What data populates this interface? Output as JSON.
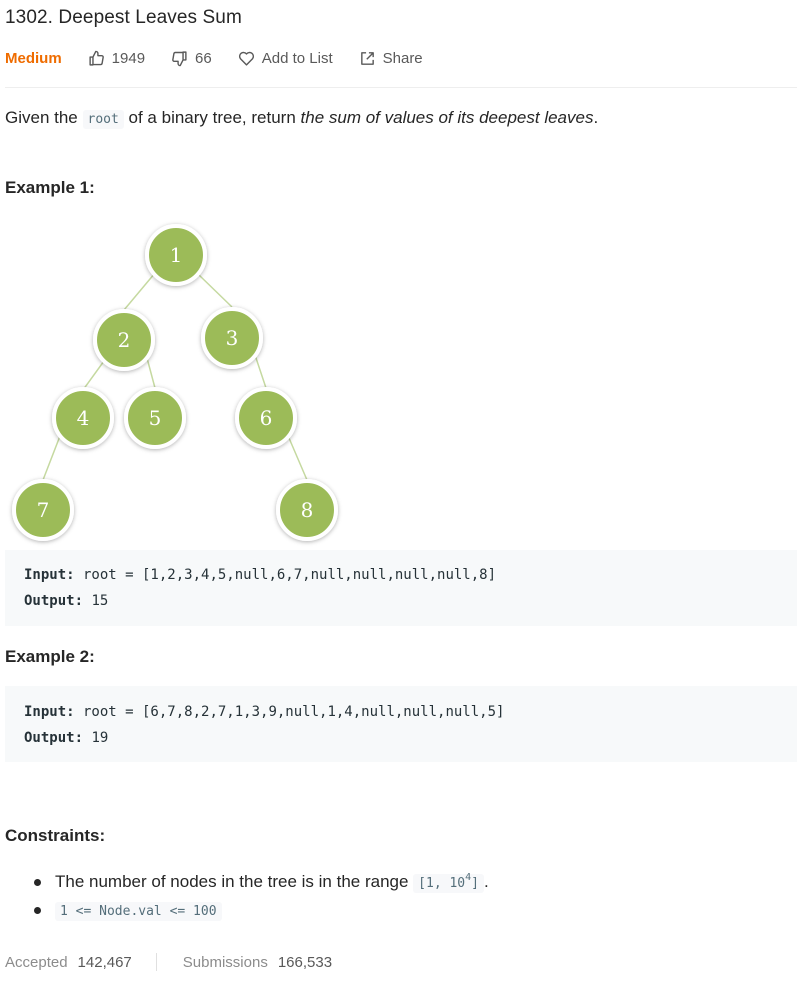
{
  "problem": {
    "title": "1302. Deepest Leaves Sum",
    "difficulty": "Medium",
    "likes": "1949",
    "dislikes": "66",
    "add_to_list": "Add to List",
    "share": "Share"
  },
  "description": {
    "prefix": "Given the ",
    "code": "root",
    "middle": " of a binary tree, return ",
    "emphasis": "the sum of values of its deepest leaves",
    "suffix": "."
  },
  "examples": [
    {
      "heading": "Example 1:",
      "input_label": "Input:",
      "input_value": " root = [1,2,3,4,5,null,6,7,null,null,null,null,8]",
      "output_label": "Output:",
      "output_value": " 15",
      "tree_nodes": [
        "1",
        "2",
        "3",
        "4",
        "5",
        "6",
        "7",
        "8"
      ]
    },
    {
      "heading": "Example 2:",
      "input_label": "Input:",
      "input_value": " root = [6,7,8,2,7,1,3,9,null,1,4,null,null,null,5]",
      "output_label": "Output:",
      "output_value": " 19"
    }
  ],
  "constraints": {
    "heading": "Constraints:",
    "item1_text": "The number of nodes in the tree is in the range ",
    "item1_code": "[1, 10",
    "item1_sup": "4",
    "item1_code_end": "]",
    "item1_suffix": ".",
    "item2_code": "1 <= Node.val <= 100"
  },
  "stats": {
    "accepted_label": "Accepted",
    "accepted_value": "142,467",
    "submissions_label": "Submissions",
    "submissions_value": "166,533"
  },
  "colors": {
    "difficulty": "#ef6c00",
    "node_fill": "#9cbb58",
    "edge": "#c5d9a0"
  },
  "icons": [
    "thumbs-up-icon",
    "thumbs-down-icon",
    "heart-icon",
    "share-icon"
  ]
}
